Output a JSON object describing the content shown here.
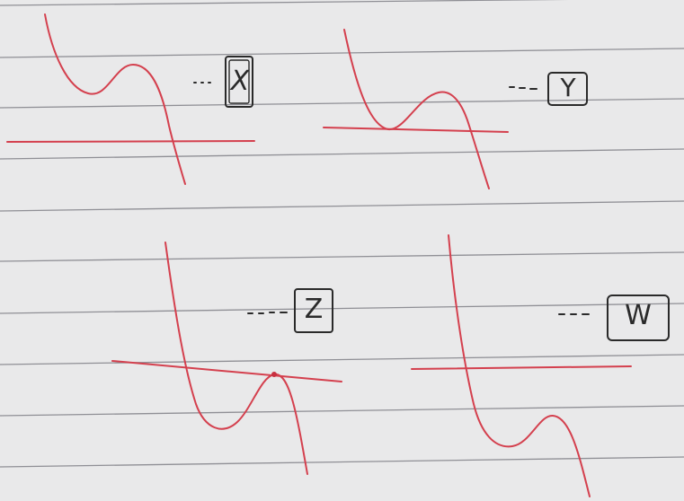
{
  "colors": {
    "paper": "#e9e9ea",
    "rule_line": "#8a8a8f",
    "curve": "#d4404e",
    "ink": "#2a2a2a"
  },
  "graphs": [
    {
      "id": "X",
      "label": "X",
      "leader": "···",
      "curve_color": "#d4404e"
    },
    {
      "id": "Y",
      "label": "Y",
      "leader": "- - -",
      "curve_color": "#d4404e"
    },
    {
      "id": "Z",
      "label": "Z",
      "leader": "- - - -",
      "curve_color": "#d4404e"
    },
    {
      "id": "W",
      "label": "W",
      "leader": "- - -",
      "curve_color": "#d4404e"
    }
  ]
}
